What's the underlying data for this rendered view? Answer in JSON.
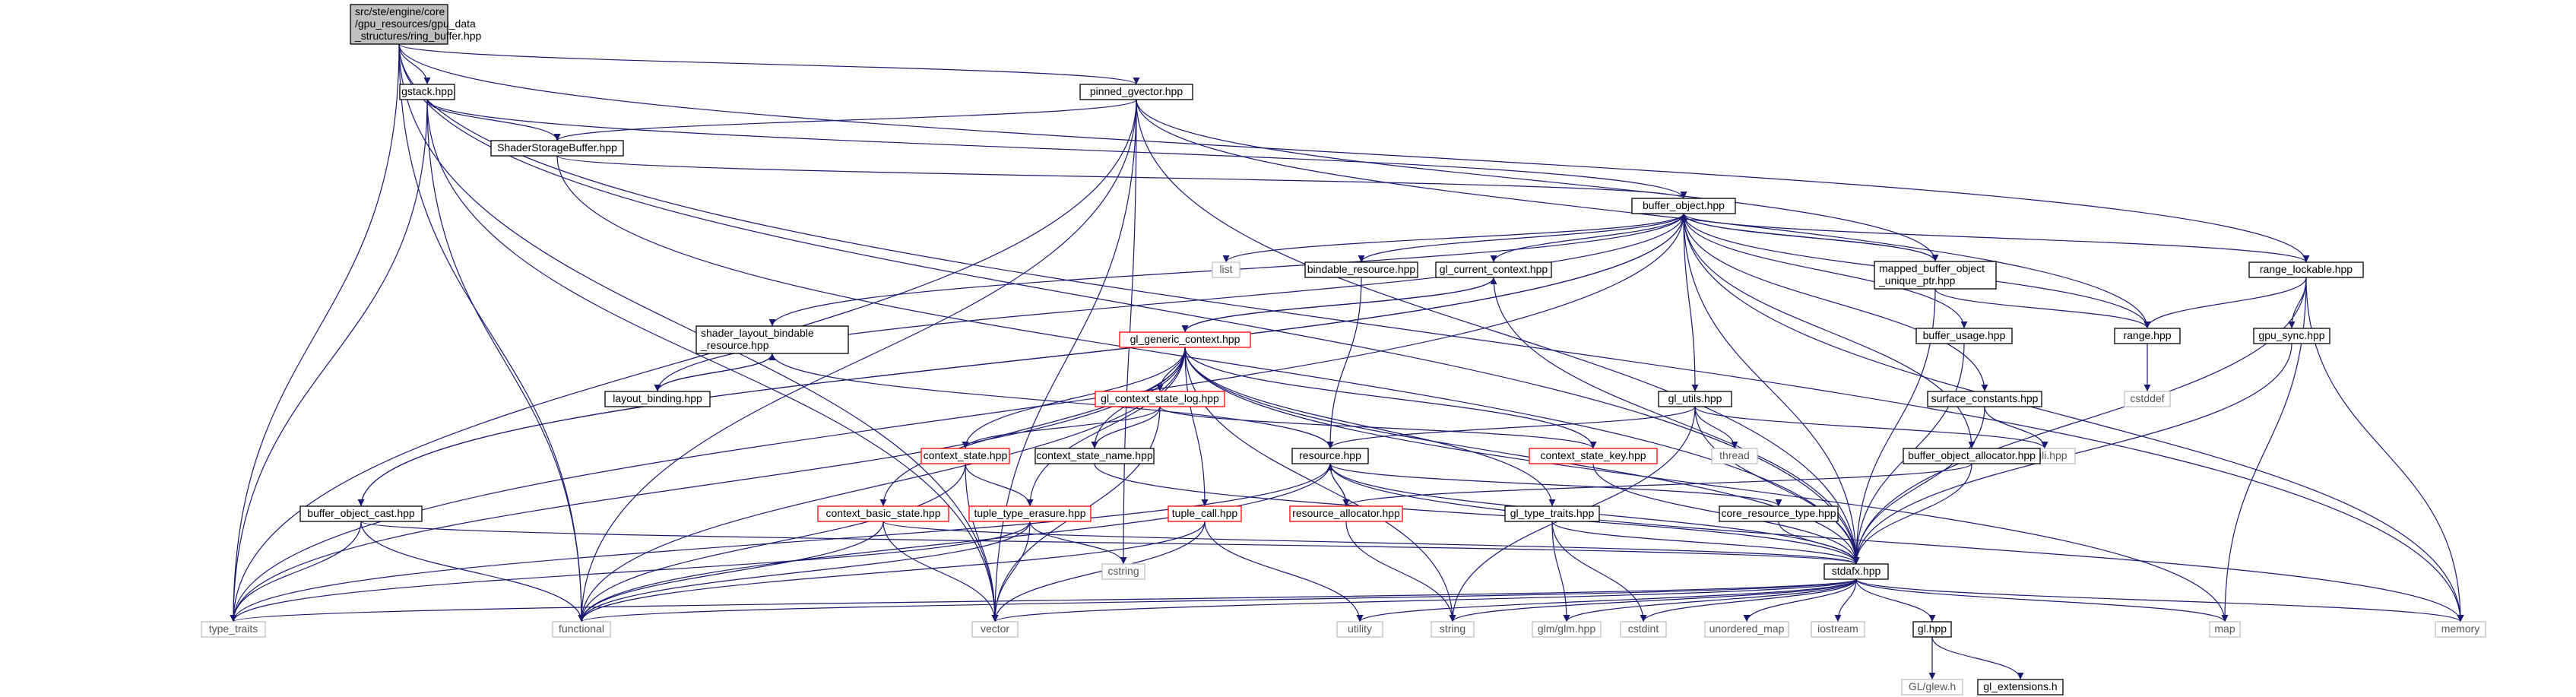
{
  "title": "src/ste/engine/core/gpu_resources/gpu_data_structures/ring_buffer.hpp",
  "colors": {
    "edge": "#191970",
    "border_documented": "#000000",
    "border_truncated": "#ff0000",
    "border_system": "#bfbfbf",
    "root_fill": "#bfbfbf",
    "text_system": "#555555"
  },
  "nodes": [
    {
      "id": "root",
      "lines": [
        "src/ste/engine/core",
        "/gpu_resources/gpu_data",
        "_structures/ring_buffer.hpp"
      ],
      "kind": "root"
    },
    {
      "id": "gstack",
      "lines": [
        "gstack.hpp"
      ],
      "kind": "doc"
    },
    {
      "id": "pinned",
      "lines": [
        "pinned_gvector.hpp"
      ],
      "kind": "doc"
    },
    {
      "id": "ssbo",
      "lines": [
        "ShaderStorageBuffer.hpp"
      ],
      "kind": "doc"
    },
    {
      "id": "bo",
      "lines": [
        "buffer_object.hpp"
      ],
      "kind": "doc"
    },
    {
      "id": "list",
      "lines": [
        "list"
      ],
      "kind": "sys"
    },
    {
      "id": "bindres",
      "lines": [
        "bindable_resource.hpp"
      ],
      "kind": "doc"
    },
    {
      "id": "glcur",
      "lines": [
        "gl_current_context.hpp"
      ],
      "kind": "doc"
    },
    {
      "id": "mbo",
      "lines": [
        "mapped_buffer_object",
        "_unique_ptr.hpp"
      ],
      "kind": "doc"
    },
    {
      "id": "rlock",
      "lines": [
        "range_lockable.hpp"
      ],
      "kind": "doc"
    },
    {
      "id": "slbr",
      "lines": [
        "shader_layout_bindable",
        "_resource.hpp"
      ],
      "kind": "doc"
    },
    {
      "id": "glgen",
      "lines": [
        "gl_generic_context.hpp"
      ],
      "kind": "red"
    },
    {
      "id": "bufuse",
      "lines": [
        "buffer_usage.hpp"
      ],
      "kind": "doc"
    },
    {
      "id": "range",
      "lines": [
        "range.hpp"
      ],
      "kind": "doc"
    },
    {
      "id": "gpusync",
      "lines": [
        "gpu_sync.hpp"
      ],
      "kind": "doc"
    },
    {
      "id": "cstddef",
      "lines": [
        "cstddef"
      ],
      "kind": "sys"
    },
    {
      "id": "lbind",
      "lines": [
        "layout_binding.hpp"
      ],
      "kind": "doc"
    },
    {
      "id": "glctxlog",
      "lines": [
        "gl_context_state_log.hpp"
      ],
      "kind": "red"
    },
    {
      "id": "glutils",
      "lines": [
        "gl_utils.hpp"
      ],
      "kind": "doc"
    },
    {
      "id": "surfc",
      "lines": [
        "surface_constants.hpp"
      ],
      "kind": "doc"
    },
    {
      "id": "ctxstate",
      "lines": [
        "context_state.hpp"
      ],
      "kind": "red"
    },
    {
      "id": "ctxname",
      "lines": [
        "context_state_name.hpp"
      ],
      "kind": "doc"
    },
    {
      "id": "resource",
      "lines": [
        "resource.hpp"
      ],
      "kind": "doc"
    },
    {
      "id": "ctxkey",
      "lines": [
        "context_state_key.hpp"
      ],
      "kind": "red"
    },
    {
      "id": "thread",
      "lines": [
        "thread"
      ],
      "kind": "sys"
    },
    {
      "id": "gli",
      "lines": [
        "gli/gli.hpp"
      ],
      "kind": "sys"
    },
    {
      "id": "boalloc",
      "lines": [
        "buffer_object_allocator.hpp"
      ],
      "kind": "doc"
    },
    {
      "id": "bocast",
      "lines": [
        "buffer_object_cast.hpp"
      ],
      "kind": "doc"
    },
    {
      "id": "ctxbasic",
      "lines": [
        "context_basic_state.hpp"
      ],
      "kind": "red"
    },
    {
      "id": "tte",
      "lines": [
        "tuple_type_erasure.hpp"
      ],
      "kind": "red"
    },
    {
      "id": "tcall",
      "lines": [
        "tuple_call.hpp"
      ],
      "kind": "red"
    },
    {
      "id": "resalloc",
      "lines": [
        "resource_allocator.hpp"
      ],
      "kind": "red"
    },
    {
      "id": "gltt",
      "lines": [
        "gl_type_traits.hpp"
      ],
      "kind": "doc"
    },
    {
      "id": "crt",
      "lines": [
        "core_resource_type.hpp"
      ],
      "kind": "doc"
    },
    {
      "id": "cstring",
      "lines": [
        "cstring"
      ],
      "kind": "sys"
    },
    {
      "id": "stdafx",
      "lines": [
        "stdafx.hpp"
      ],
      "kind": "doc"
    },
    {
      "id": "typetraits",
      "lines": [
        "type_traits"
      ],
      "kind": "sys"
    },
    {
      "id": "functional",
      "lines": [
        "functional"
      ],
      "kind": "sys"
    },
    {
      "id": "vector",
      "lines": [
        "vector"
      ],
      "kind": "sys"
    },
    {
      "id": "utility",
      "lines": [
        "utility"
      ],
      "kind": "sys"
    },
    {
      "id": "string",
      "lines": [
        "string"
      ],
      "kind": "sys"
    },
    {
      "id": "glm",
      "lines": [
        "glm/glm.hpp"
      ],
      "kind": "sys"
    },
    {
      "id": "cstdint",
      "lines": [
        "cstdint"
      ],
      "kind": "sys"
    },
    {
      "id": "umap",
      "lines": [
        "unordered_map"
      ],
      "kind": "sys"
    },
    {
      "id": "iostream",
      "lines": [
        "iostream"
      ],
      "kind": "sys"
    },
    {
      "id": "gl",
      "lines": [
        "gl.hpp"
      ],
      "kind": "doc"
    },
    {
      "id": "map",
      "lines": [
        "map"
      ],
      "kind": "sys"
    },
    {
      "id": "memory",
      "lines": [
        "memory"
      ],
      "kind": "sys"
    },
    {
      "id": "glew",
      "lines": [
        "GL/glew.h"
      ],
      "kind": "sys"
    },
    {
      "id": "glext",
      "lines": [
        "gl_extensions.h"
      ],
      "kind": "doc"
    }
  ],
  "edges": [
    [
      "root",
      "gstack"
    ],
    [
      "root",
      "pinned"
    ],
    [
      "root",
      "rlock"
    ],
    [
      "root",
      "stdafx"
    ],
    [
      "root",
      "typetraits"
    ],
    [
      "root",
      "functional"
    ],
    [
      "root",
      "vector"
    ],
    [
      "root",
      "memory"
    ],
    [
      "gstack",
      "ssbo"
    ],
    [
      "gstack",
      "bo"
    ],
    [
      "gstack",
      "typetraits"
    ],
    [
      "gstack",
      "functional"
    ],
    [
      "gstack",
      "vector"
    ],
    [
      "pinned",
      "ssbo"
    ],
    [
      "pinned",
      "mbo"
    ],
    [
      "pinned",
      "range"
    ],
    [
      "pinned",
      "stdafx"
    ],
    [
      "pinned",
      "typetraits"
    ],
    [
      "pinned",
      "functional"
    ],
    [
      "pinned",
      "vector"
    ],
    [
      "pinned",
      "cstring"
    ],
    [
      "ssbo",
      "bo"
    ],
    [
      "ssbo",
      "stdafx"
    ],
    [
      "bo",
      "list"
    ],
    [
      "bo",
      "bindres"
    ],
    [
      "bo",
      "glcur"
    ],
    [
      "bo",
      "mbo"
    ],
    [
      "bo",
      "rlock"
    ],
    [
      "bo",
      "range"
    ],
    [
      "bo",
      "slbr"
    ],
    [
      "bo",
      "lbind"
    ],
    [
      "bo",
      "bufuse"
    ],
    [
      "bo",
      "glutils"
    ],
    [
      "bo",
      "surfc"
    ],
    [
      "bo",
      "boalloc"
    ],
    [
      "bo",
      "bocast"
    ],
    [
      "bo",
      "stdafx"
    ],
    [
      "bo",
      "typetraits"
    ],
    [
      "bo",
      "memory"
    ],
    [
      "bindres",
      "resource"
    ],
    [
      "glcur",
      "glgen"
    ],
    [
      "glcur",
      "stdafx"
    ],
    [
      "mbo",
      "bo"
    ],
    [
      "mbo",
      "range"
    ],
    [
      "mbo",
      "stdafx"
    ],
    [
      "rlock",
      "range"
    ],
    [
      "rlock",
      "gpusync"
    ],
    [
      "rlock",
      "stdafx"
    ],
    [
      "rlock",
      "map"
    ],
    [
      "rlock",
      "memory"
    ],
    [
      "slbr",
      "lbind"
    ],
    [
      "slbr",
      "resource"
    ],
    [
      "lbind",
      "slbr"
    ],
    [
      "glgen",
      "glcur"
    ],
    [
      "glgen",
      "glctxlog"
    ],
    [
      "glgen",
      "ctxstate"
    ],
    [
      "glgen",
      "ctxname"
    ],
    [
      "glgen",
      "ctxkey"
    ],
    [
      "glgen",
      "ctxbasic"
    ],
    [
      "glgen",
      "tte"
    ],
    [
      "glgen",
      "tcall"
    ],
    [
      "glgen",
      "gltt"
    ],
    [
      "glgen",
      "stdafx"
    ],
    [
      "glgen",
      "typetraits"
    ],
    [
      "glgen",
      "functional"
    ],
    [
      "glgen",
      "string"
    ],
    [
      "glgen",
      "map"
    ],
    [
      "glctxlog",
      "ctxstate"
    ],
    [
      "glctxlog",
      "ctxname"
    ],
    [
      "glctxlog",
      "ctxkey"
    ],
    [
      "glctxlog",
      "vector"
    ],
    [
      "ctxstate",
      "tte"
    ],
    [
      "ctxstate",
      "functional"
    ],
    [
      "ctxstate",
      "vector"
    ],
    [
      "ctxname",
      "stdafx"
    ],
    [
      "ctxkey",
      "stdafx"
    ],
    [
      "bufuse",
      "stdafx"
    ],
    [
      "range",
      "cstddef"
    ],
    [
      "gpusync",
      "stdafx"
    ],
    [
      "glutils",
      "resource"
    ],
    [
      "glutils",
      "gli"
    ],
    [
      "glutils",
      "thread"
    ],
    [
      "glutils",
      "stdafx"
    ],
    [
      "glutils",
      "string"
    ],
    [
      "surfc",
      "gli"
    ],
    [
      "surfc",
      "stdafx"
    ],
    [
      "boalloc",
      "resalloc"
    ],
    [
      "boalloc",
      "stdafx"
    ],
    [
      "resource",
      "resalloc"
    ],
    [
      "resource",
      "crt"
    ],
    [
      "resource",
      "stdafx"
    ],
    [
      "resource",
      "typetraits"
    ],
    [
      "resource",
      "functional"
    ],
    [
      "resource",
      "memory"
    ],
    [
      "resalloc",
      "resource"
    ],
    [
      "resalloc",
      "string"
    ],
    [
      "bocast",
      "bo"
    ],
    [
      "bocast",
      "stdafx"
    ],
    [
      "bocast",
      "typetraits"
    ],
    [
      "bocast",
      "functional"
    ],
    [
      "ctxbasic",
      "stdafx"
    ],
    [
      "ctxbasic",
      "functional"
    ],
    [
      "ctxbasic",
      "vector"
    ],
    [
      "tte",
      "typetraits"
    ],
    [
      "tte",
      "functional"
    ],
    [
      "tte",
      "vector"
    ],
    [
      "tte",
      "cstring"
    ],
    [
      "tcall",
      "utility"
    ],
    [
      "tcall",
      "functional"
    ],
    [
      "tcall",
      "vector"
    ],
    [
      "gltt",
      "stdafx"
    ],
    [
      "gltt",
      "glm"
    ],
    [
      "gltt",
      "cstdint"
    ],
    [
      "crt",
      "stdafx"
    ],
    [
      "stdafx",
      "typetraits"
    ],
    [
      "stdafx",
      "functional"
    ],
    [
      "stdafx",
      "vector"
    ],
    [
      "stdafx",
      "utility"
    ],
    [
      "stdafx",
      "string"
    ],
    [
      "stdafx",
      "glm"
    ],
    [
      "stdafx",
      "cstdint"
    ],
    [
      "stdafx",
      "umap"
    ],
    [
      "stdafx",
      "iostream"
    ],
    [
      "stdafx",
      "gl"
    ],
    [
      "stdafx",
      "map"
    ],
    [
      "stdafx",
      "memory"
    ],
    [
      "gl",
      "glew"
    ],
    [
      "gl",
      "glext"
    ]
  ]
}
